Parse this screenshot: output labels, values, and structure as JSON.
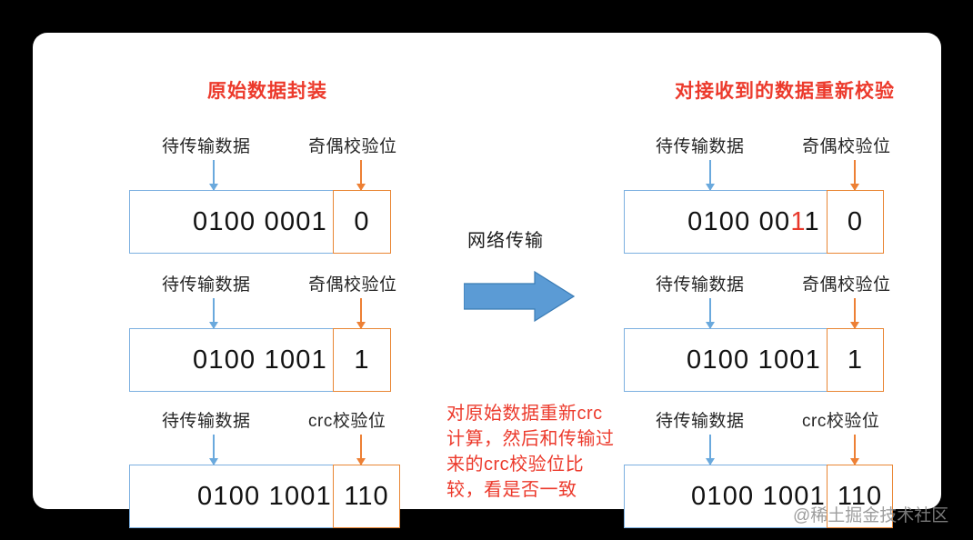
{
  "left_column": {
    "title": "原始数据封装",
    "rows": [
      {
        "data_label": "待传输数据",
        "check_label": "奇偶校验位",
        "data_prefix": "0100 0001",
        "data_error": "",
        "data_suffix": "",
        "check_value": "0"
      },
      {
        "data_label": "待传输数据",
        "check_label": "奇偶校验位",
        "data_prefix": "0100 1001",
        "data_error": "",
        "data_suffix": "",
        "check_value": "1"
      },
      {
        "data_label": "待传输数据",
        "check_label": "crc校验位",
        "data_prefix": "0100 1001",
        "data_error": "",
        "data_suffix": "",
        "check_value": "110"
      }
    ]
  },
  "right_column": {
    "title": "对接收到的数据重新校验",
    "rows": [
      {
        "data_label": "待传输数据",
        "check_label": "奇偶校验位",
        "data_prefix": "0100 00",
        "data_error": "1",
        "data_suffix": "1",
        "check_value": "0"
      },
      {
        "data_label": "待传输数据",
        "check_label": "奇偶校验位",
        "data_prefix": "0100 1001",
        "data_error": "",
        "data_suffix": "",
        "check_value": "1"
      },
      {
        "data_label": "待传输数据",
        "check_label": "crc校验位",
        "data_prefix": "0100 1001",
        "data_error": "",
        "data_suffix": "",
        "check_value": "110"
      }
    ]
  },
  "middle": {
    "transmission_label": "网络传输",
    "note": "对原始数据重新crc计算，然后和传输过来的crc校验位比较，看是否一致"
  },
  "watermark": "@稀土掘金技术社区",
  "colors": {
    "title_red": "#ec3a2c",
    "data_border_blue": "#7cb0e0",
    "check_border_orange": "#e98634",
    "arrow_blue": "#6aa9dd",
    "arrow_orange": "#ed8035",
    "big_arrow_fill": "#5b9bd5",
    "error_bit_red": "#e8382b",
    "panel_bg": "#ffffff",
    "page_bg": "#000000"
  }
}
